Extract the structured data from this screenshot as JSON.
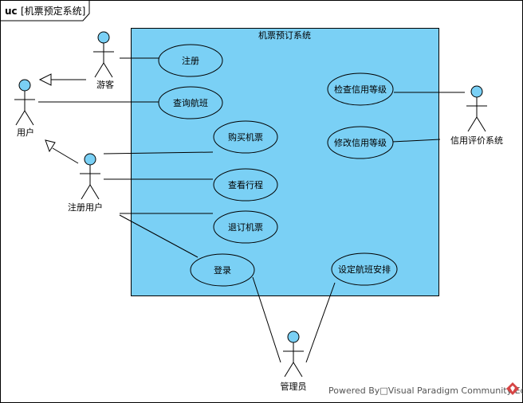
{
  "frame": {
    "keyword": "uc",
    "name": "[机票预定系统]"
  },
  "system": {
    "title": "机票预订系统"
  },
  "actors": {
    "guest": "游客",
    "user": "用户",
    "registered_user": "注册用户",
    "admin": "管理员",
    "credit_system": "信用评价系统"
  },
  "use_cases": {
    "register": "注册",
    "search_flights": "查询航班",
    "buy_ticket": "购买机票",
    "view_itinerary": "查看行程",
    "refund_ticket": "退订机票",
    "login": "登录",
    "check_credit": "检查信用等级",
    "modify_credit": "修改信用等级",
    "set_schedule": "设定航班安排"
  },
  "footer": {
    "powered_by": "Powered By□Visual Paradigm Community Edition"
  },
  "colors": {
    "system_fill": "#7ad0f5",
    "usecase_fill": "#7ad0f5",
    "actor_head": "#7ad0f5",
    "line": "#000000",
    "logo": "#d64545"
  }
}
